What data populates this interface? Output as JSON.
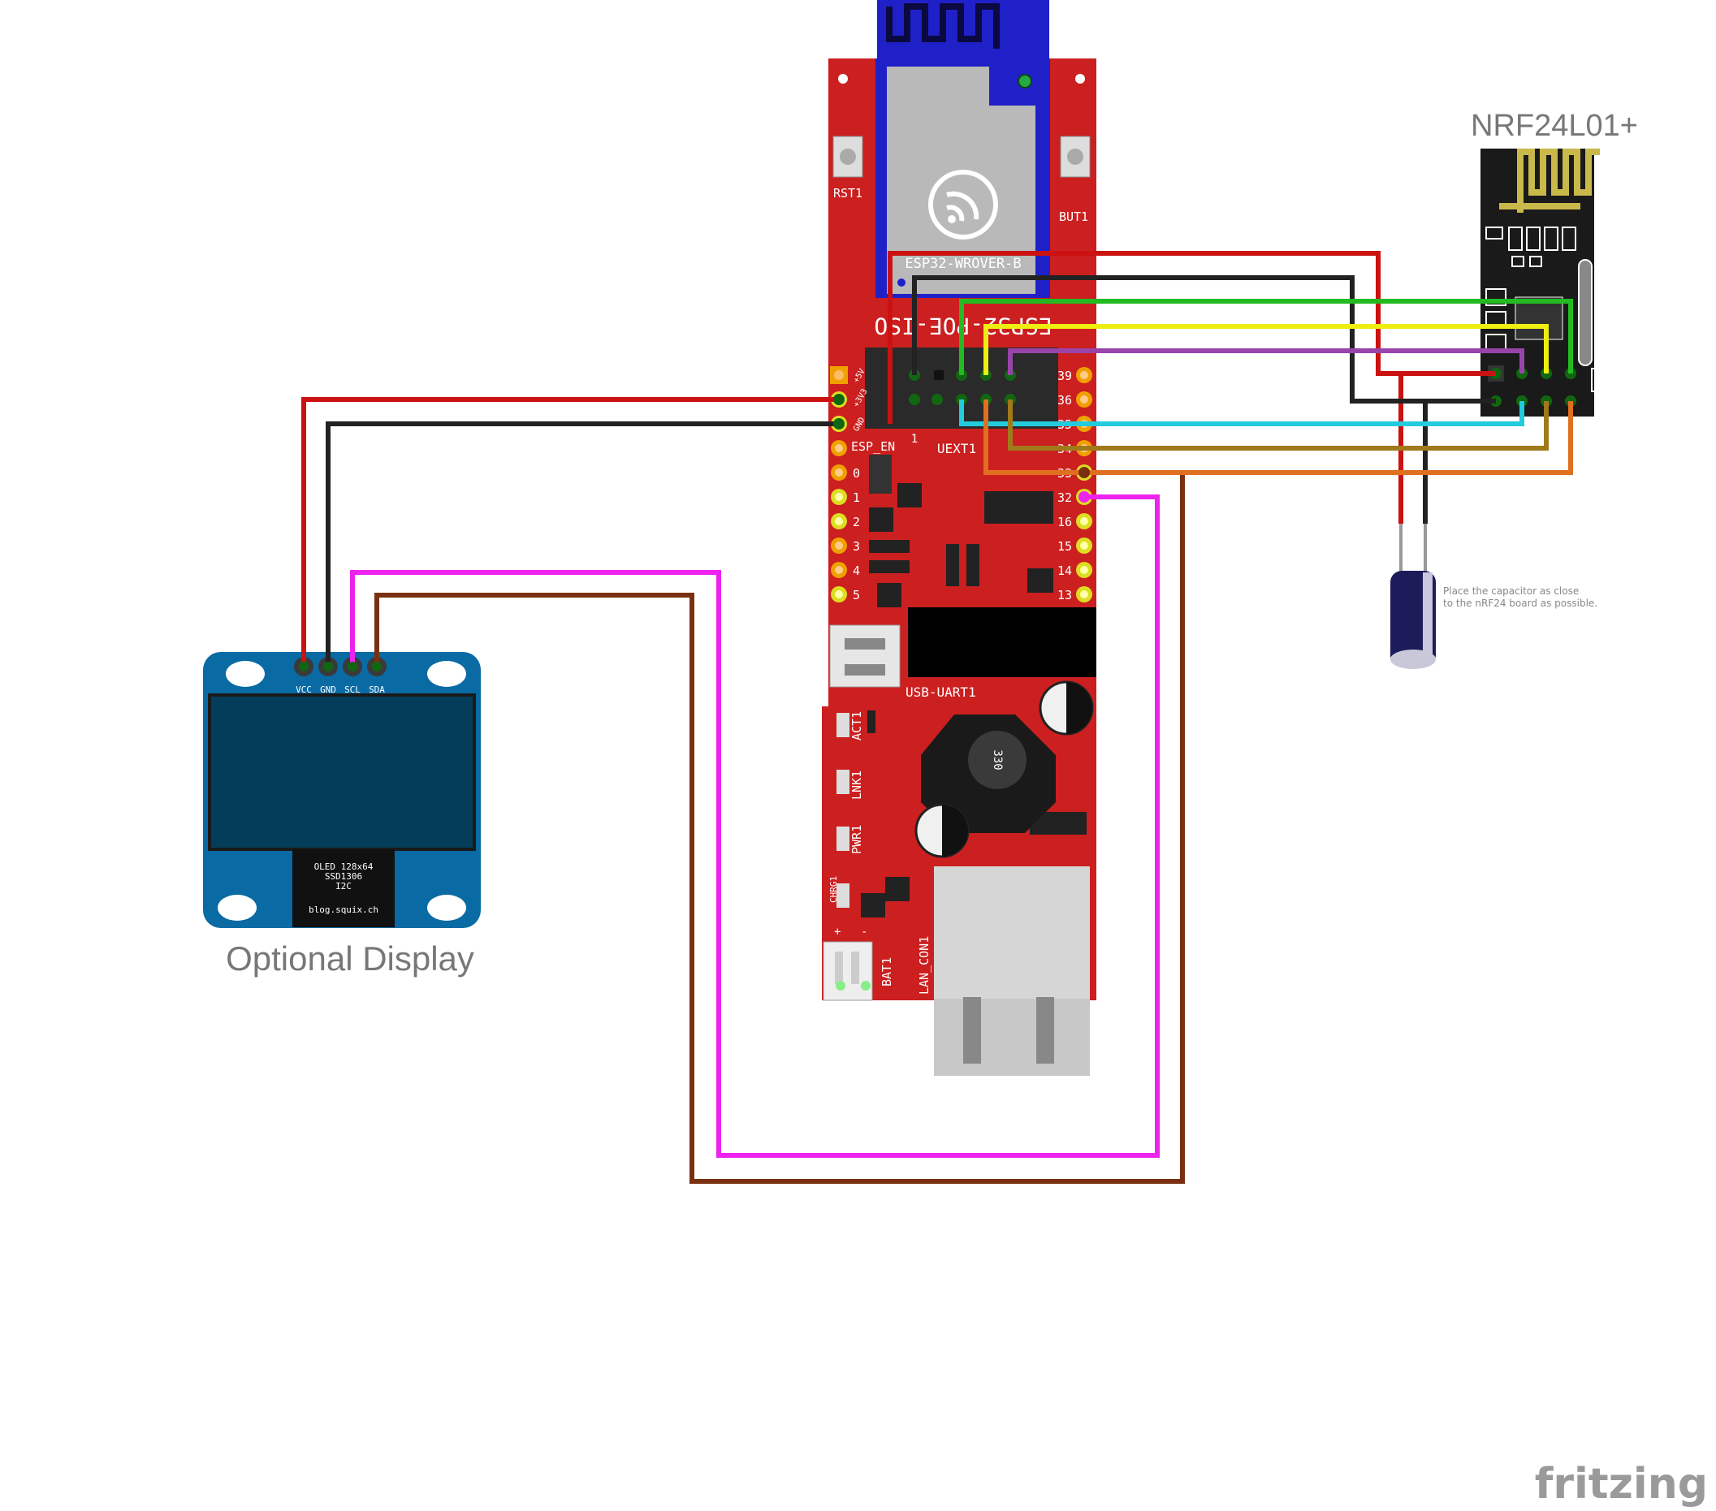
{
  "diagram": {
    "brand": "fritzing",
    "colors": {
      "board": "#cc1f1f",
      "board_dark": "#a01616",
      "oled_frame": "#0a6aa3",
      "oled_screen": "#043d59",
      "nrf_board": "#1a1a1a",
      "wifi_module": "#2020c8"
    },
    "esp32_board": {
      "module_label": "ESP32-WROVER-B",
      "board_label": "ESP32-POE-ISO",
      "reset_label": "RST1",
      "boot_label": "BUT1",
      "power_pin_labels": [
        "+5V",
        "+3V3",
        "GND"
      ],
      "left_pins": [
        "ESP_EN",
        "0",
        "1",
        "2",
        "3",
        "4",
        "5"
      ],
      "right_pins": [
        "39",
        "36",
        "35",
        "34",
        "33",
        "32",
        "16",
        "15",
        "14",
        "13"
      ],
      "uext_label": "UEXT1",
      "uext_pin1": "1",
      "usb_label": "USB-UART1",
      "led_labels": [
        "ACT1",
        "LNK1",
        "PWR1"
      ],
      "charge_label": "CHRG1",
      "battery_label": "BAT1",
      "battery_polarity": [
        "+",
        "-"
      ],
      "lan_label": "LAN_CON1",
      "inductor_label": "330"
    },
    "oled": {
      "caption": "Optional Display",
      "pins": [
        "VCC",
        "GND",
        "SCL",
        "SDA"
      ],
      "info_lines": [
        "OLED 128x64",
        "SSD1306",
        "I2C"
      ],
      "site": "blog.squix.ch"
    },
    "nrf24": {
      "title": "NRF24L01+"
    },
    "capacitor_note": [
      "Place the capacitor as close",
      "to the nRF24 board as possible."
    ],
    "wires": [
      {
        "name": "oled-vcc",
        "color": "#cc1111"
      },
      {
        "name": "oled-gnd",
        "color": "#222222"
      },
      {
        "name": "oled-scl",
        "color": "#ee22ee"
      },
      {
        "name": "oled-sda",
        "color": "#7a3010"
      },
      {
        "name": "nrf-vcc",
        "color": "#cc1111"
      },
      {
        "name": "nrf-gnd",
        "color": "#222222"
      },
      {
        "name": "nrf-green",
        "color": "#22bb22"
      },
      {
        "name": "nrf-yellow",
        "color": "#eeee11"
      },
      {
        "name": "nrf-purple",
        "color": "#9944aa"
      },
      {
        "name": "nrf-cyan",
        "color": "#22ccdd"
      },
      {
        "name": "nrf-olive",
        "color": "#a07a1a"
      },
      {
        "name": "nrf-orange",
        "color": "#e07020"
      }
    ]
  }
}
